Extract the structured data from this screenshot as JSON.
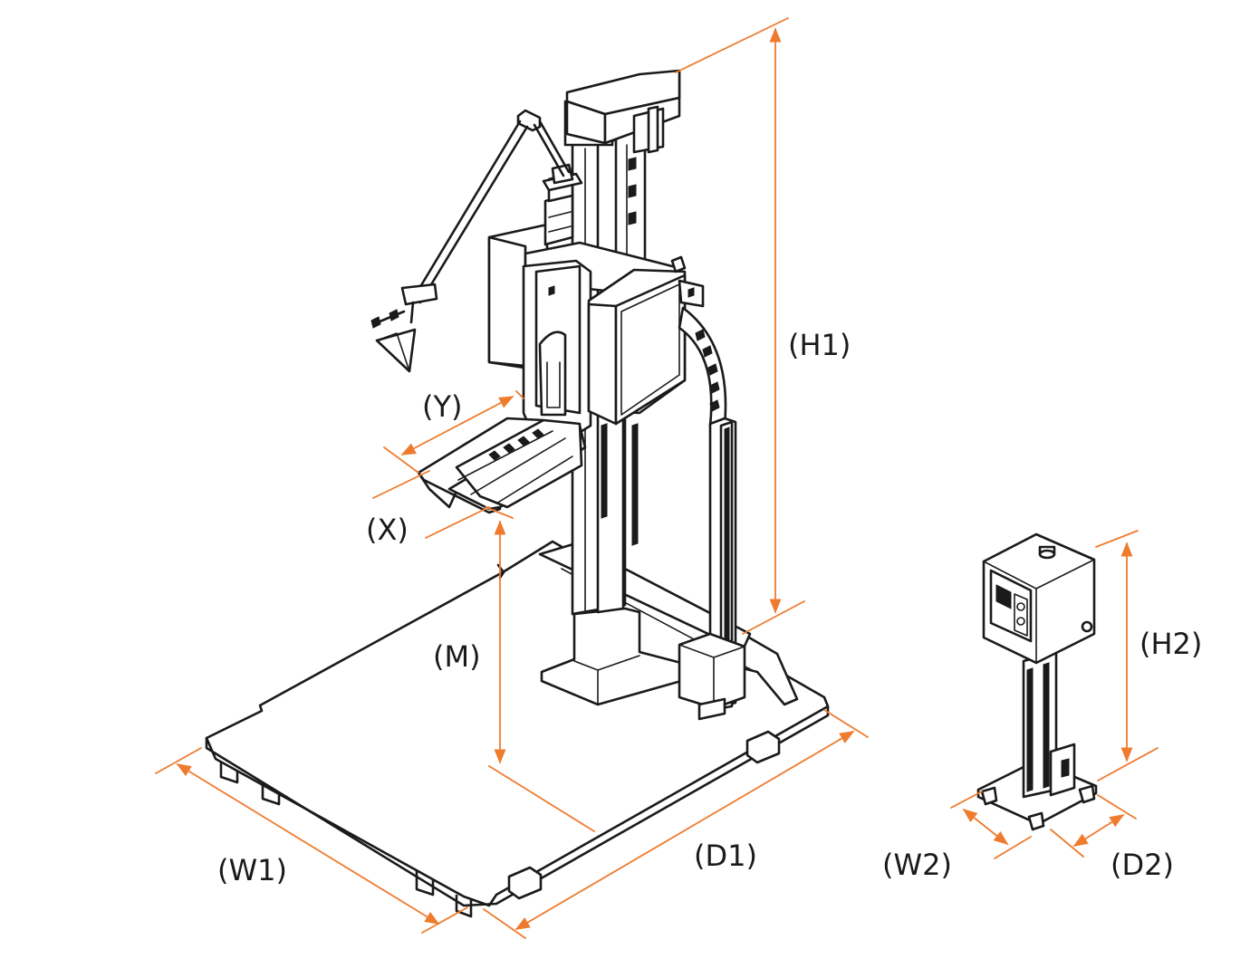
{
  "diagram": {
    "dimension_color": "#ef7b2e",
    "line_color": "#1a1a1a",
    "labels": {
      "h1": "(H1)",
      "y": "(Y)",
      "x": "(X)",
      "m": "(M)",
      "w1": "(W1)",
      "d1": "(D1)",
      "h2": "(H2)",
      "w2": "(W2)",
      "d2": "(D2)"
    }
  }
}
